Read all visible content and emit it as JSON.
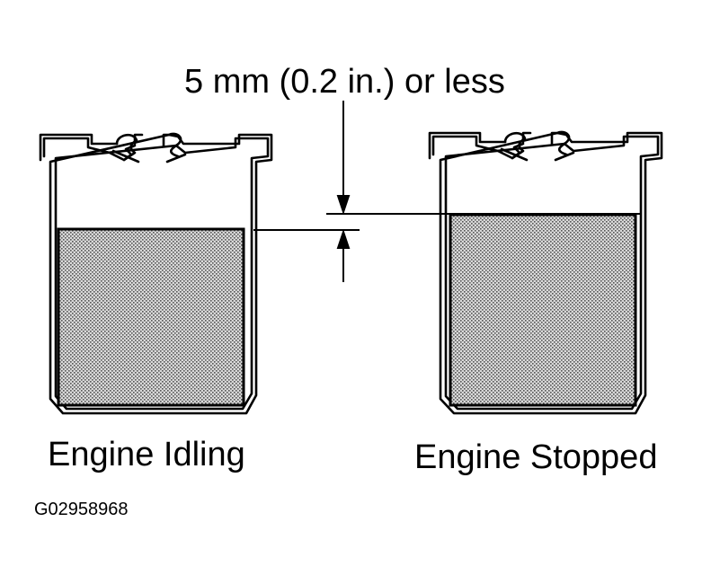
{
  "diagram": {
    "dimension_label": "5 mm (0.2 in.) or less",
    "left_caption": "Engine Idling",
    "right_caption": "Engine Stopped",
    "figure_id": "G02958968"
  },
  "colors": {
    "ink": "#000000",
    "fluid_dots": "#6e6e6e",
    "fluid_base": "#d8d8d8",
    "background": "#ffffff"
  }
}
